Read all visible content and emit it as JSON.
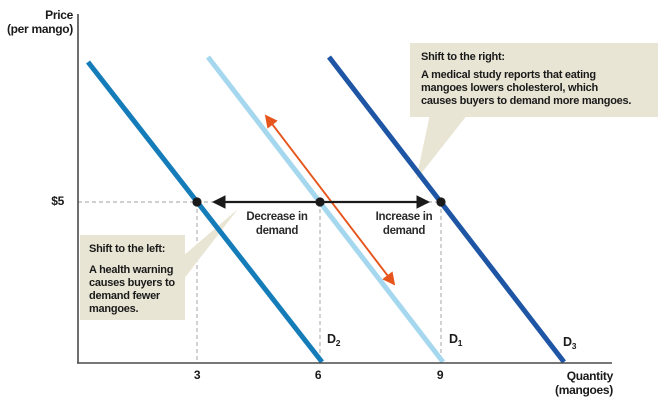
{
  "axes": {
    "y_title_line1": "Price",
    "y_title_line2": "(per mango)",
    "x_title_line1": "Quantity",
    "x_title_line2": "(mangoes)",
    "price_tick": "$5",
    "x_ticks": [
      "3",
      "6",
      "9"
    ]
  },
  "curves": {
    "d1": {
      "label_main": "D",
      "label_sub": "1"
    },
    "d2": {
      "label_main": "D",
      "label_sub": "2"
    },
    "d3": {
      "label_main": "D",
      "label_sub": "3"
    }
  },
  "shift_labels": {
    "decrease_line1": "Decrease in",
    "decrease_line2": "demand",
    "increase_line1": "Increase in",
    "increase_line2": "demand"
  },
  "callouts": {
    "left": {
      "title": "Shift to the left:",
      "body_line1": "A health warning",
      "body_line2": "causes buyers to",
      "body_line3": "demand fewer",
      "body_line4": "mangoes."
    },
    "right": {
      "title": "Shift to the right:",
      "body_line1": "A medical study reports that eating",
      "body_line2": "mangoes lowers cholesterol, which",
      "body_line3": "causes buyers to demand more mangoes."
    }
  },
  "colors": {
    "d1_light_blue": "#a5d8ef",
    "d2_medium_blue": "#147cb8",
    "d3_dark_blue": "#1e55a5",
    "movement_arrow_orange": "#e6551c",
    "shift_arrow_black": "#1a1a1a",
    "callout_beige": "#e9e5d4",
    "dashed_guide_gray": "#b3b3b3",
    "axis_gray": "#4a4a4a"
  },
  "chart_data": {
    "type": "line",
    "title": "Shifts in the demand curve for mangoes",
    "xlabel": "Quantity (mangoes)",
    "ylabel": "Price (per mango)",
    "x_ticks": [
      3,
      6,
      9
    ],
    "y_ticks": [
      "$5"
    ],
    "grid": false,
    "series": [
      {
        "name": "D1",
        "role": "original demand curve",
        "color": "#a5d8ef",
        "quantity_at_price_5": 6
      },
      {
        "name": "D2",
        "role": "demand after shift left (decrease)",
        "color": "#147cb8",
        "quantity_at_price_5": 3
      },
      {
        "name": "D3",
        "role": "demand after shift right (increase)",
        "color": "#1e55a5",
        "quantity_at_price_5": 9
      }
    ],
    "annotations": [
      "Decrease in demand (black arrow left from D1 to D2 at $5)",
      "Increase in demand (black arrow right from D1 to D3 at $5)",
      "Orange double-headed arrow showing movement along D1",
      "Shift to the left: A health warning causes buyers to demand fewer mangoes.",
      "Shift to the right: A medical study reports that eating mangoes lowers cholesterol, which causes buyers to demand more mangoes."
    ]
  }
}
